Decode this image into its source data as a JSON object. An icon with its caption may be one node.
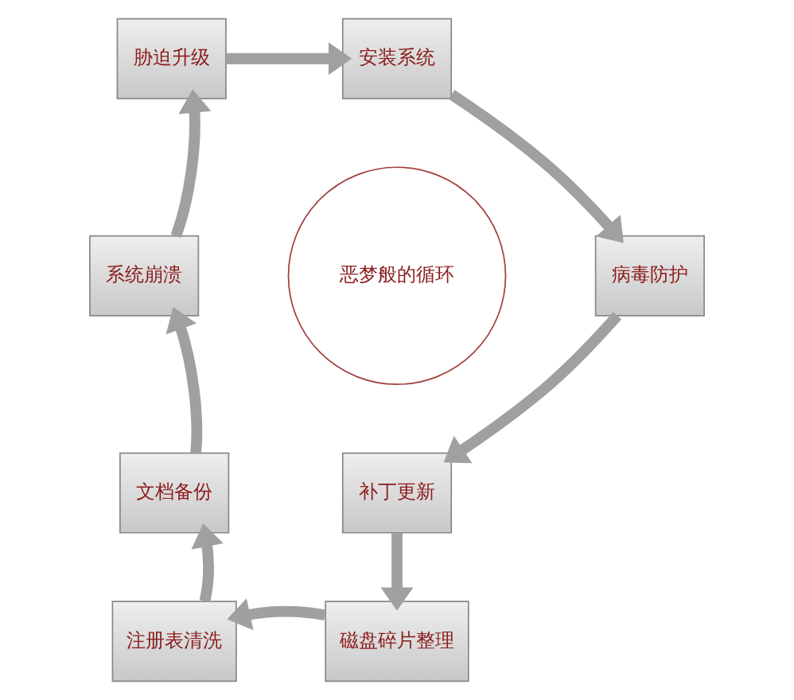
{
  "diagram": {
    "nodes": [
      {
        "text": [
          "胁迫升级"
        ]
      },
      {
        "text": [
          "安装系统"
        ]
      },
      {
        "text": [
          "病毒防护"
        ]
      },
      {
        "text": [
          "补丁更新"
        ]
      },
      {
        "text": [
          "磁盘碎片整理"
        ]
      },
      {
        "text": [
          "注册表清洗"
        ]
      },
      {
        "text": [
          "文档备份"
        ]
      },
      {
        "text": [
          "系统崩溃"
        ]
      },
      {
        "text": [
          "恶梦般的循环"
        ]
      }
    ],
    "edges": [
      {
        "from": 0,
        "to": 1,
        "arrow": "to"
      },
      {
        "from": 1,
        "to": 2,
        "arrow": "to"
      },
      {
        "from": 2,
        "to": 3,
        "arrow": "to"
      },
      {
        "from": 3,
        "to": 4,
        "arrow": "to"
      },
      {
        "from": 4,
        "to": 5,
        "arrow": "to"
      },
      {
        "from": 5,
        "to": 6,
        "arrow": "to"
      },
      {
        "from": 6,
        "to": 7,
        "arrow": "to"
      },
      {
        "from": 7,
        "to": 0,
        "arrow": "to"
      }
    ]
  }
}
